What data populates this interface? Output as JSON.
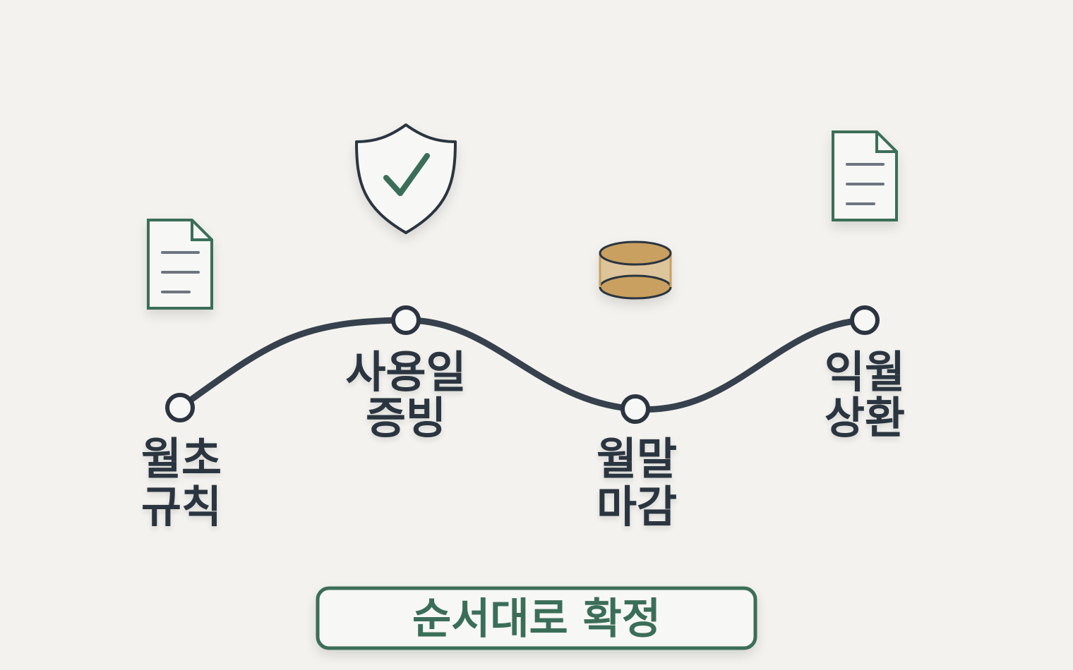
{
  "steps": [
    {
      "label_line1": "월초",
      "label_line2": "규칙",
      "icon": "document-icon"
    },
    {
      "label_line1": "사용일",
      "label_line2": "증빙",
      "icon": "shield-check-icon"
    },
    {
      "label_line1": "월말",
      "label_line2": "마감",
      "icon": "coin-icon"
    },
    {
      "label_line1": "익월",
      "label_line2": "상환",
      "icon": "document-icon"
    }
  ],
  "cta": {
    "label": "순서대로 확정"
  },
  "colors": {
    "background": "#f3f2ee",
    "line": "#36414d",
    "accent_green": "#3a6e58",
    "coin_gold": "#c9a060",
    "text_dark": "#2b3440"
  }
}
